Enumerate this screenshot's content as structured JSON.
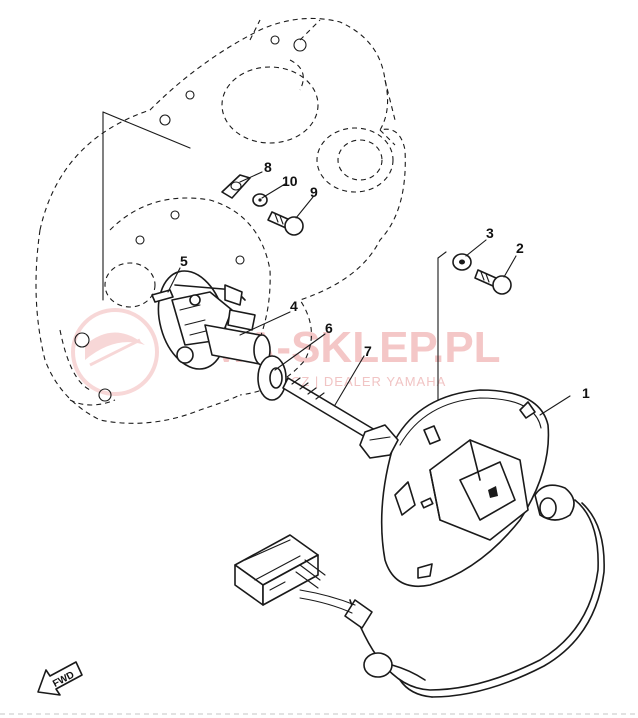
{
  "watermark": {
    "brand": "MA-SKLEP.PL",
    "subtitle": "OWICZ | DEALER YAMAHA"
  },
  "direction_badge": {
    "label": "FWD"
  },
  "callouts": [
    {
      "id": "callout-1",
      "text": "1"
    },
    {
      "id": "callout-2",
      "text": "2"
    },
    {
      "id": "callout-3",
      "text": "3"
    },
    {
      "id": "callout-4",
      "text": "4"
    },
    {
      "id": "callout-5",
      "text": "5"
    },
    {
      "id": "callout-6",
      "text": "6"
    },
    {
      "id": "callout-7",
      "text": "7"
    },
    {
      "id": "callout-8",
      "text": "8"
    },
    {
      "id": "callout-9",
      "text": "9"
    },
    {
      "id": "callout-10",
      "text": "10"
    }
  ],
  "colors": {
    "line": "#1a1a1a",
    "watermark": "#f4c7c7"
  }
}
